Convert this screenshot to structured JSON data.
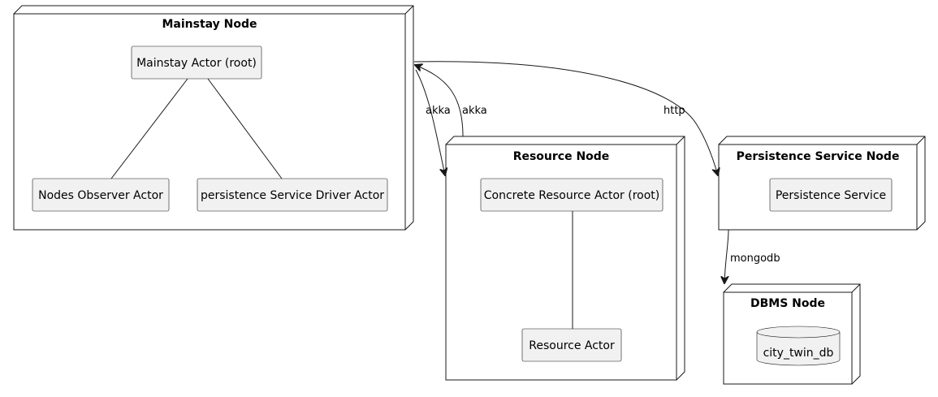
{
  "diagram": {
    "nodes": {
      "mainstay": {
        "title": "Mainstay Node"
      },
      "resource": {
        "title": "Resource Node"
      },
      "persistence": {
        "title": "Persistence Service Node"
      },
      "dbms": {
        "title": "DBMS Node"
      }
    },
    "components": {
      "mainstay_actor": "Mainstay Actor (root)",
      "nodes_observer_actor": "Nodes Observer Actor",
      "persistence_driver_actor": "persistence Service Driver Actor",
      "concrete_resource_actor": "Concrete Resource Actor (root)",
      "resource_actor": "Resource Actor",
      "persistence_service": "Persistence Service",
      "database": "city_twin_db"
    },
    "edge_labels": {
      "akka_out": "akka",
      "akka_back": "akka",
      "http": "http",
      "mongodb": "mongodb"
    }
  }
}
